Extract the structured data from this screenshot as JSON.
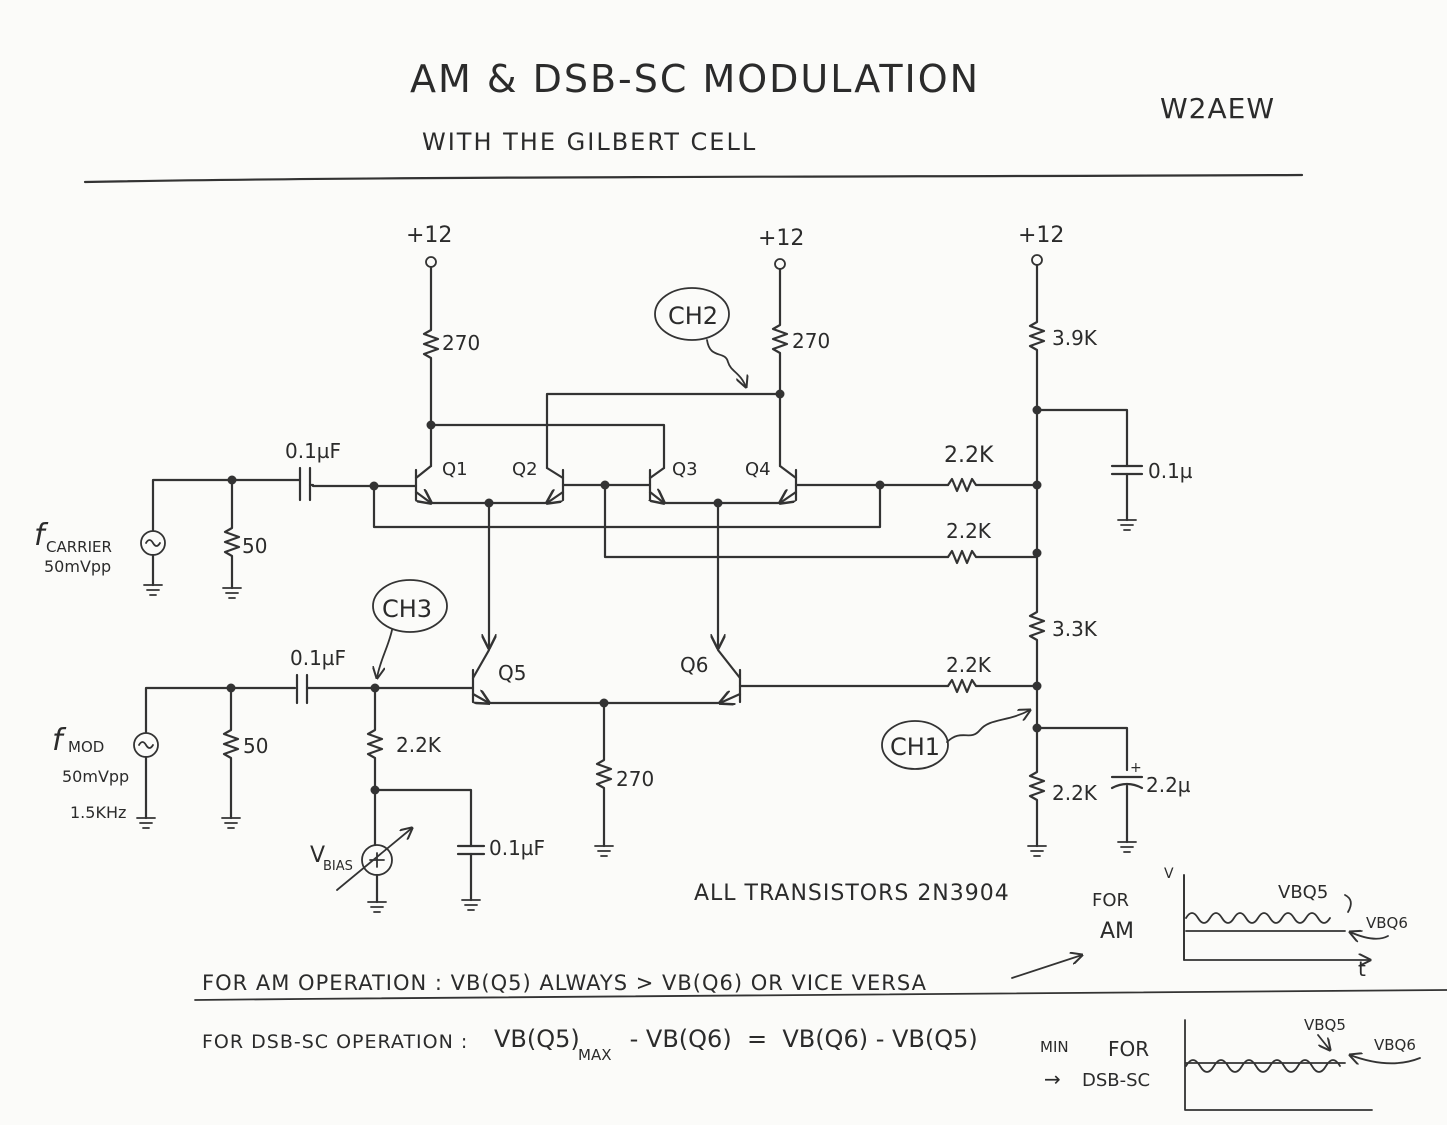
{
  "header": {
    "title": "AM & DSB-SC MODULATION",
    "subtitle": "WITH THE GILBERT CELL",
    "author": "W2AEW"
  },
  "supplies": {
    "left": "+12",
    "middle": "+12",
    "right": "+12"
  },
  "resistors": {
    "rc_left": "270",
    "rc_right": "270",
    "r_top_div": "3.9K",
    "r_bias_q1": "2.2K",
    "r_bias_q3": "2.2K",
    "r_mid_div": "3.3K",
    "r_bias_q6": "2.2K",
    "r_bottom_div": "2.2K",
    "r_carrier_term": "50",
    "r_mod_term": "50",
    "r_vbias": "2.2K",
    "r_emitter": "270"
  },
  "capacitors": {
    "c_carrier": "0.1µF",
    "c_mod": "0.1µF",
    "c_vbias": "0.1µF",
    "c_top_bypass": "0.1µ",
    "c_bottom_bypass": "2.2µ"
  },
  "transistors": {
    "q1": "Q1",
    "q2": "Q2",
    "q3": "Q3",
    "q4": "Q4",
    "q5": "Q5",
    "q6": "Q6"
  },
  "sources": {
    "carrier_name": "f",
    "carrier_sub": "CARRIER",
    "carrier_amp": "50mVpp",
    "mod_name": "f",
    "mod_sub": "MOD",
    "mod_amp": "50mVpp",
    "mod_freq": "1.5KHz",
    "vbias_name": "V",
    "vbias_sub": "BIAS"
  },
  "probes": {
    "ch1": "CH1",
    "ch2": "CH2",
    "ch3": "CH3"
  },
  "notes": {
    "transistor_note": "ALL TRANSISTORS 2N3904",
    "am_rule": "FOR AM OPERATION : VB(Q5) ALWAYS > VB(Q6) OR VICE VERSA",
    "dsb_prefix": "FOR DSB-SC OPERATION :",
    "dsb_term1": "VB(Q5)",
    "dsb_term1_sub": "MAX",
    "dsb_mid": " - VB(Q6)  =  VB(Q6) - VB(Q5)",
    "dsb_term2_sub": "MIN"
  },
  "graph_am": {
    "label_line1": "FOR",
    "label_line2": "AM",
    "v_axis": "V",
    "t_axis": "t",
    "trace1": "VBQ5",
    "trace2": "VBQ6"
  },
  "graph_dsb": {
    "label_line1": "FOR",
    "label_line2": "DSB-SC",
    "trace1": "VBQ5",
    "trace2": "VBQ6"
  }
}
